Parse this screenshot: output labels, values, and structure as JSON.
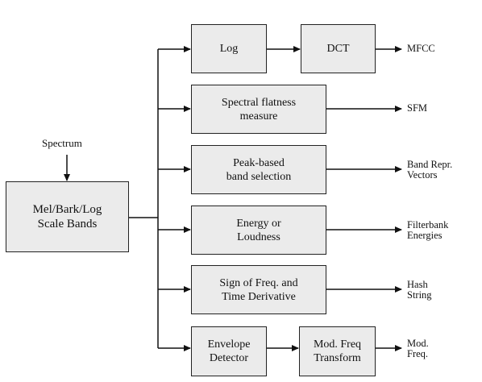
{
  "input_label": "Spectrum",
  "source_block": {
    "lines": [
      "Mel/Bark/Log",
      "Scale Bands"
    ]
  },
  "branches": [
    {
      "blocks": [
        {
          "lines": [
            "Log"
          ]
        },
        {
          "lines": [
            "DCT"
          ]
        }
      ],
      "output": [
        "MFCC"
      ]
    },
    {
      "blocks": [
        {
          "lines": [
            "Spectral flatness",
            "measure"
          ]
        }
      ],
      "output": [
        "SFM"
      ]
    },
    {
      "blocks": [
        {
          "lines": [
            "Peak-based",
            "band selection"
          ]
        }
      ],
      "output": [
        "Band Repr.",
        "Vectors"
      ]
    },
    {
      "blocks": [
        {
          "lines": [
            "Energy or",
            "Loudness"
          ]
        }
      ],
      "output": [
        "Filterbank",
        "Energies"
      ]
    },
    {
      "blocks": [
        {
          "lines": [
            "Sign of Freq. and",
            "Time Derivative"
          ]
        }
      ],
      "output": [
        "Hash",
        "String"
      ]
    },
    {
      "blocks": [
        {
          "lines": [
            "Envelope",
            "Detector"
          ]
        },
        {
          "lines": [
            "Mod. Freq",
            "Transform"
          ]
        }
      ],
      "output": [
        "Mod.",
        "Freq."
      ]
    }
  ]
}
